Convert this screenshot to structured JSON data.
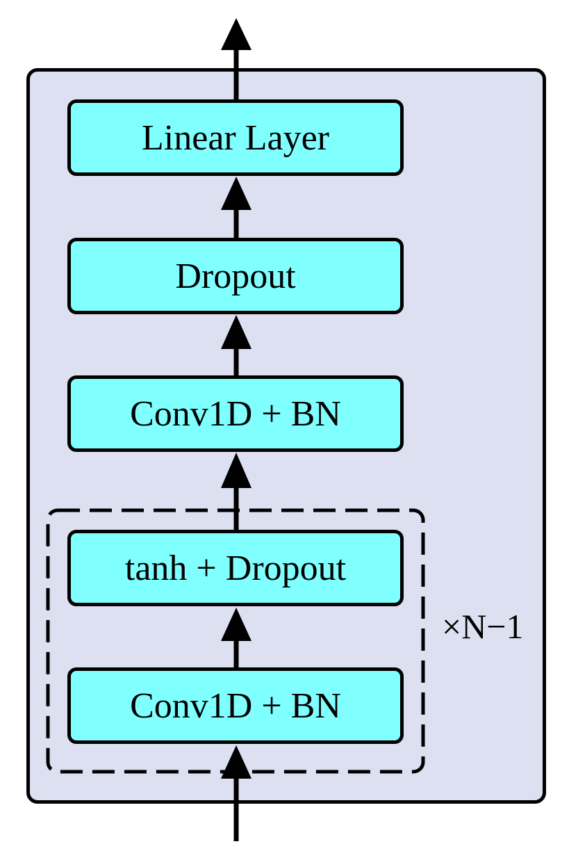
{
  "diagram": {
    "blocks": {
      "linear_layer": "Linear Layer",
      "dropout": "Dropout",
      "conv_top": "Conv1D + BN",
      "tanh_dropout": "tanh + Dropout",
      "conv_bottom": "Conv1D + BN"
    },
    "repeat_label": "×N−1"
  },
  "colors": {
    "frame_fill": "#dde0f1",
    "block_fill": "#80ffff",
    "stroke": "#000000"
  }
}
